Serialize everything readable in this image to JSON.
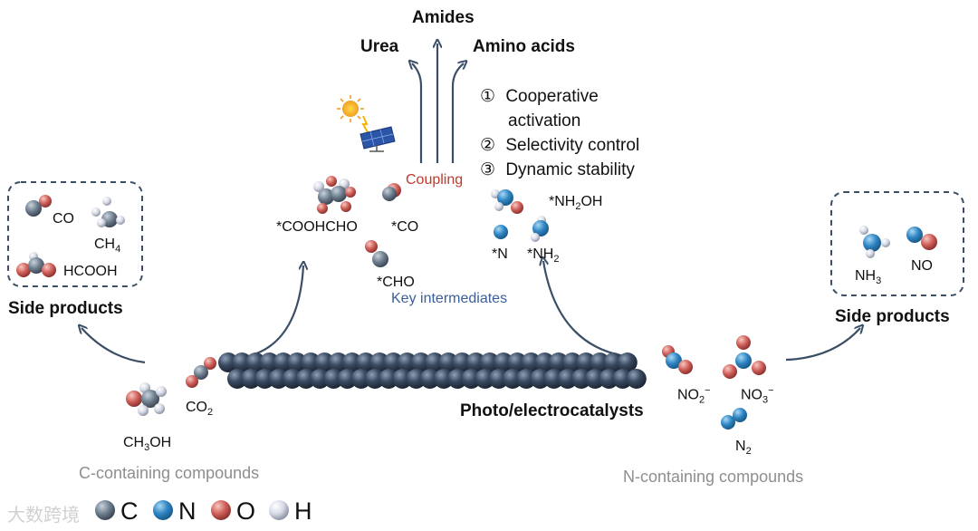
{
  "products": {
    "top": "Amides",
    "left": "Urea",
    "right": "Amino acids"
  },
  "steps": [
    {
      "num": "①",
      "text_line1": "Cooperative",
      "text_line2": "activation"
    },
    {
      "num": "②",
      "text_line1": "Selectivity control"
    },
    {
      "num": "③",
      "text_line1": "Dynamic stability"
    }
  ],
  "coupling_label": "Coupling",
  "key_intermediates_label": "Key intermediates",
  "intermediates": {
    "cooh_cho": "*COOHCHO",
    "co": "*CO",
    "cho": "*CHO",
    "n": "*N",
    "nh2": "*NH",
    "nh2_sub": "2",
    "nh2oh": "*NH",
    "nh2oh_sub": "2",
    "nh2oh_tail": "OH"
  },
  "left_side_box": {
    "co": "CO",
    "ch4": "CH",
    "ch4_sub": "4",
    "hcooh": "HCOOH",
    "title": "Side products"
  },
  "right_side_box": {
    "nh3": "NH",
    "nh3_sub": "3",
    "no": "NO",
    "title": "Side products"
  },
  "catalyst_label": "Photo/electrocatalysts",
  "c_compounds": {
    "co2": "CO",
    "co2_sub": "2",
    "ch3oh": "CH",
    "ch3oh_sub": "3",
    "ch3oh_tail": "OH",
    "label": "C-containing compounds"
  },
  "n_compounds": {
    "no2": "NO",
    "no2_sub": "2",
    "no2_sup": "−",
    "no3": "NO",
    "no3_sub": "3",
    "no3_sup": "−",
    "n2": "N",
    "n2_sub": "2",
    "label": "N-containing compounds"
  },
  "legend": [
    {
      "element": "C",
      "color": "#6f7f8f"
    },
    {
      "element": "N",
      "color": "#2f86c4"
    },
    {
      "element": "O",
      "color": "#d0605a"
    },
    {
      "element": "H",
      "color": "#d8dbe6"
    }
  ],
  "watermark": "大数跨境",
  "colors": {
    "arrow": "#3a4f66",
    "box_border": "#3a4f66",
    "catalyst": "#2e3a4d",
    "coupling": "#c0392b",
    "key_intermediates": "#3b5e99",
    "gray_text": "#8e8e8e"
  }
}
